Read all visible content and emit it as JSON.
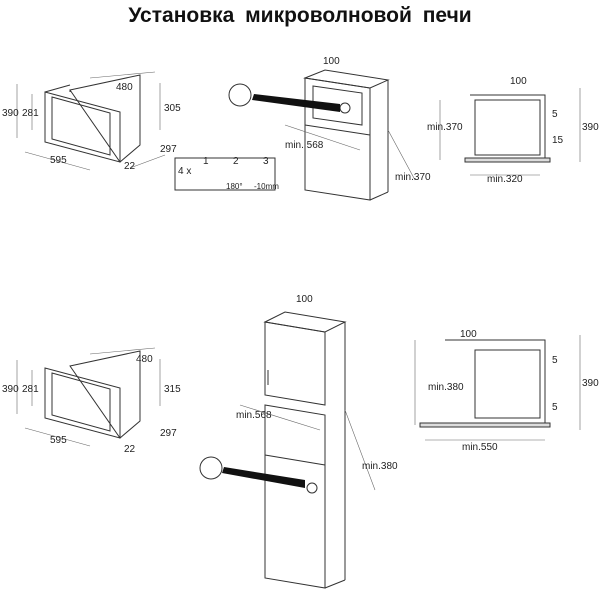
{
  "title": "Установка  микроволновой  печи",
  "top": {
    "oven": {
      "width_depth": "480",
      "height": "390",
      "inner_height": "281",
      "body_height": "305",
      "front_width": "595",
      "depth": "297",
      "front_thickness": "22"
    },
    "cabinet": {
      "gap": "100",
      "min_width": "min. 568",
      "min_height": "min.370"
    },
    "steps": {
      "count": "4 x",
      "step1": "1",
      "step2": "2",
      "step3": "3",
      "rotate": "180°",
      "offset": "-10mm"
    },
    "side": {
      "gap": "100",
      "top_gap": "5",
      "bottom_gap": "15",
      "min_height": "min.370",
      "height": "390",
      "min_depth": "min.320"
    }
  },
  "bottom": {
    "oven": {
      "width_depth": "480",
      "height": "390",
      "inner_height": "281",
      "body_height": "315",
      "front_width": "595",
      "depth": "297",
      "front_thickness": "22"
    },
    "cabinet": {
      "gap": "100",
      "min_width": "min.568",
      "min_height": "min.380"
    },
    "side": {
      "gap": "100",
      "min_height": "min.380",
      "height": "390",
      "top_gap": "5",
      "bottom_gap": "5",
      "min_depth": "min.550"
    }
  }
}
